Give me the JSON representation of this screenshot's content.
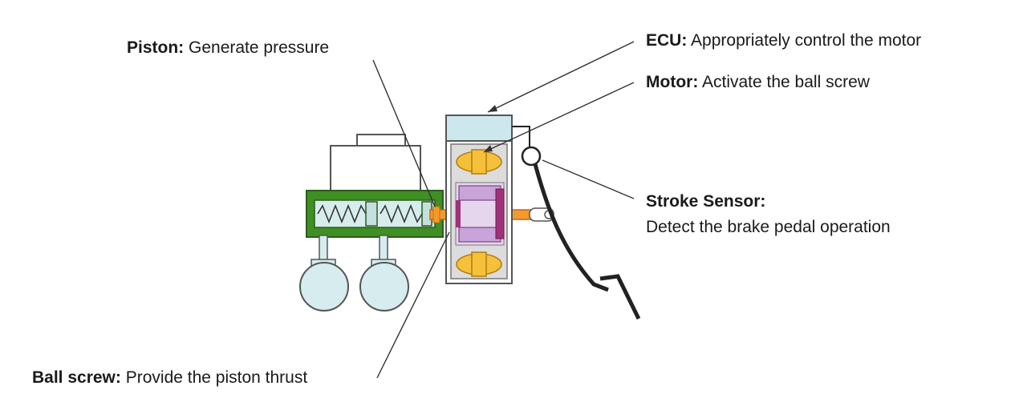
{
  "labels": {
    "piston": {
      "name": "Piston:",
      "desc": "Generate pressure"
    },
    "ecu": {
      "name": "ECU:",
      "desc": "Appropriately control the motor"
    },
    "motor": {
      "name": "Motor:",
      "desc": "Activate the ball screw"
    },
    "stroke_sensor": {
      "name": "Stroke Sensor:",
      "desc": "Detect the brake pedal operation"
    },
    "ball_screw": {
      "name": "Ball screw:",
      "desc": "Provide the piston thrust"
    }
  },
  "colors": {
    "cylinder_green": "#3f8f24",
    "chamber_teal": "#d7ecec",
    "ecu_teal": "#cde8ec",
    "motor_magnet": "#f5c03a",
    "motor_rotor": "#a0307a",
    "ball_screw_orange": "#f39a2e",
    "reservoir_ball": "#d6ecef",
    "line": "#222222"
  }
}
